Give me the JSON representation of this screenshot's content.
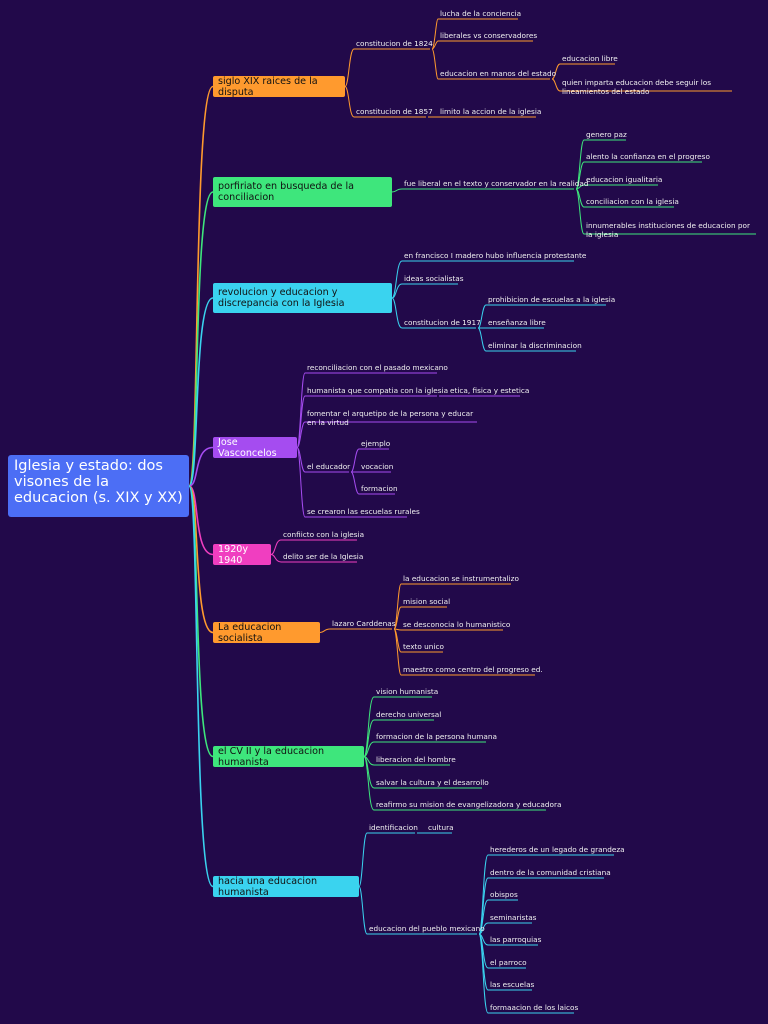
{
  "root": {
    "label": "Iglesia  y estado: dos visones de la educacion (s. XIX y XX)"
  },
  "colors": {
    "background": "#22094a",
    "root": "#4c6ef5",
    "orange": "#ff9a2e",
    "green": "#3ee67c",
    "cyan": "#3ad3ef",
    "purple": "#a54cf0",
    "pink": "#f03ec0"
  },
  "topics": [
    {
      "label": "siglo XIX raices de la disputa",
      "color": "orange",
      "children": [
        {
          "label": "constitucion de 1824",
          "children": [
            {
              "label": "lucha de la conciencia"
            },
            {
              "label": "liberales vs conservadores"
            },
            {
              "label": "educacion en manos del estado",
              "children": [
                {
                  "label": "educacion libre"
                },
                {
                  "label": "quien imparta educacion debe seguir los lineamientos del estado"
                }
              ]
            }
          ]
        },
        {
          "label": "constitucion de 1857",
          "children": [
            {
              "label": "limito la accion de la iglesia"
            }
          ]
        }
      ]
    },
    {
      "label": "porfiriato en busqueda de la conciliacion",
      "color": "green",
      "children": [
        {
          "label": "fue liberal en el texto y conservador en la realidad",
          "children": [
            {
              "label": "genero paz"
            },
            {
              "label": "alento la confianza en el progreso"
            },
            {
              "label": "educacion igualitaria"
            },
            {
              "label": "conciliacion con la iglesia"
            },
            {
              "label": "innumerables instituciones de educacion por la iglesia"
            }
          ]
        }
      ]
    },
    {
      "label": "revolucion y educacion y discrepancia con la Iglesia",
      "color": "cyan",
      "children": [
        {
          "label": "en francisco I madero hubo influencia protestante"
        },
        {
          "label": "ideas socialistas"
        },
        {
          "label": "constitucion de 1917",
          "children": [
            {
              "label": "prohibicion de escuelas a la iglesia"
            },
            {
              "label": "enseñanza libre"
            },
            {
              "label": "eliminar la discriminacion"
            }
          ]
        }
      ]
    },
    {
      "label": "Jose Vasconcelos",
      "color": "purple",
      "children": [
        {
          "label": "reconciliacion con el pasado mexicano"
        },
        {
          "label": "humanista que compatia con la iglesia",
          "children": [
            {
              "label": "etica, fisica y estetica"
            }
          ]
        },
        {
          "label": "fomentar el arquetipo de la persona y educar en la virtud"
        },
        {
          "label": "el educador",
          "children": [
            {
              "label": "ejemplo"
            },
            {
              "label": "vocacion"
            },
            {
              "label": "formacion"
            }
          ]
        },
        {
          "label": "se crearon las escuelas rurales"
        }
      ]
    },
    {
      "label": "1920y 1940",
      "color": "pink",
      "children": [
        {
          "label": "confiicto con la iglesia"
        },
        {
          "label": "delito ser de la Iglesia"
        }
      ]
    },
    {
      "label": "La educacion socialista",
      "color": "orange",
      "children": [
        {
          "label": "lazaro Carddenas",
          "children": [
            {
              "label": "la educacion se instrumentalizo"
            },
            {
              "label": "mision social"
            },
            {
              "label": "se desconocia lo humanistico"
            },
            {
              "label": "texto unico"
            },
            {
              "label": "maestro como centro del progreso ed."
            }
          ]
        }
      ]
    },
    {
      "label": "el CV II y la educacion humanista",
      "color": "green",
      "children": [
        {
          "label": "vision humanista"
        },
        {
          "label": "derecho universal"
        },
        {
          "label": "formacion de la persona humana"
        },
        {
          "label": "liberacion del hombre"
        },
        {
          "label": "salvar la cultura y el desarrollo"
        },
        {
          "label": "reafirmo su mision de evangelizadora y educadora"
        }
      ]
    },
    {
      "label": "hacia una educacion humanista",
      "color": "cyan",
      "children": [
        {
          "label": "identificacion",
          "children": [
            {
              "label": "cultura"
            }
          ]
        },
        {
          "label": "educacion del pueblo mexicano",
          "children": [
            {
              "label": "herederos de un legado de grandeza"
            },
            {
              "label": "dentro de la comunidad cristiana"
            },
            {
              "label": "obispos"
            },
            {
              "label": "seminaristas"
            },
            {
              "label": "las parroquias"
            },
            {
              "label": "el parroco"
            },
            {
              "label": "las escuelas"
            },
            {
              "label": "formaacion de los laicos"
            }
          ]
        }
      ]
    }
  ]
}
